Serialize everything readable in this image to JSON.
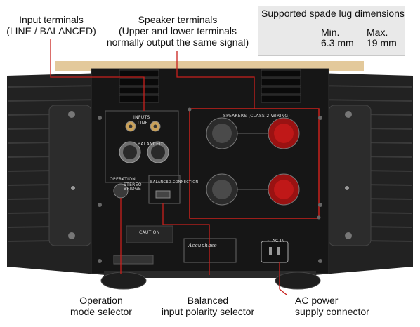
{
  "callouts": {
    "input_terminals": {
      "line1": "Input terminals",
      "line2": "(LINE / BALANCED)"
    },
    "speaker_terminals": {
      "line1": "Speaker terminals",
      "line2": "(Upper and lower terminals",
      "line3": "normally output the same signal)"
    },
    "operation_mode": {
      "line1": "Operation",
      "line2": "mode selector"
    },
    "balanced_polarity": {
      "line1": "Balanced",
      "line2": "input polarity selector"
    },
    "ac_power": {
      "line1": "AC power",
      "line2": "supply connector"
    }
  },
  "lug": {
    "title": "Supported spade lug dimensions",
    "min_label": "Min.",
    "min_value": "6.3 mm",
    "max_label": "Max.",
    "max_value": "19 mm"
  },
  "panel_markings": {
    "inputs": "INPUTS",
    "line": "LINE",
    "balanced": "BALANCED",
    "speakers": "SPEAKERS (CLASS 2 WIRING)",
    "operation": "OPERATION",
    "stereo": "STEREO",
    "bridge": "BRIDGE",
    "balanced_connection": "BALANCED CONNECTION",
    "caution": "CAUTION",
    "ac_in": "~ AC IN",
    "brand": "Accuphase"
  },
  "colors": {
    "callout_line": "#c8201c",
    "chassis": "#1a1a1a",
    "terminal_red": "#c01818",
    "lug_bg": "#e9e9e9"
  }
}
